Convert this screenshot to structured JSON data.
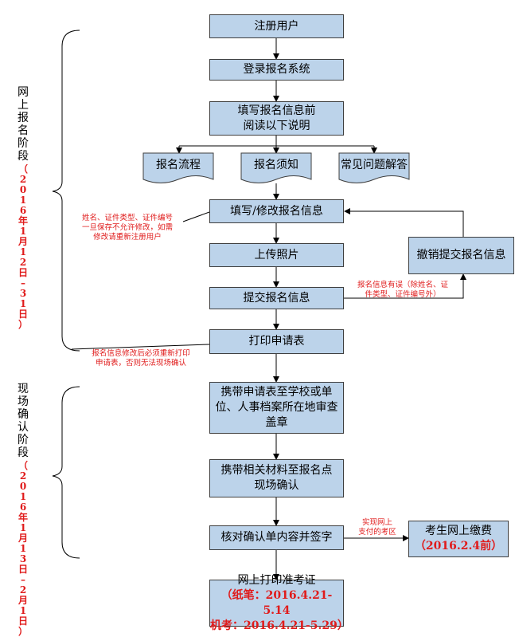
{
  "flow": {
    "register_user": "注册用户",
    "login_system": "登录报名系统",
    "read_notes_line1": "填写报名信息前",
    "read_notes_line2": "阅读以下说明",
    "doc_process": "报名流程",
    "doc_notice": "报名须知",
    "doc_faq": "常见问题解答",
    "fill_info": "填写/修改报名信息",
    "upload_photo": "上传照片",
    "submit_info": "提交报名信息",
    "revoke_submit": "撤销提交报名信息",
    "print_form": "打印申请表",
    "carry_form_line1": "携带申请表至学校或单",
    "carry_form_line2": "位、人事档案所在地审查",
    "carry_form_line3": "盖章",
    "carry_materials_line1": "携带相关材料至报名点",
    "carry_materials_line2": "现场确认",
    "verify_sign": "核对确认单内容并签字",
    "online_pay": "考生网上缴费",
    "online_pay_date": "（2016.2.4前）",
    "print_ticket": "网上打印准考证",
    "ticket_paper": "（纸笔：2016.4.21-5.14",
    "ticket_computer": "机考：2016.4.21-5.29）"
  },
  "notes": {
    "name_id_line1": "姓名、证件类型、证件编号",
    "name_id_line2": "一旦保存不允许修改，如需",
    "name_id_line3": "修改请重新注册用户",
    "error_line1": "报名信息有误（除姓名、证",
    "error_line2": "件类型、证件编号外）",
    "reprint_line1": "报名信息修改后必须重新打印",
    "reprint_line2": "申请表，否则无法现场确认",
    "online_pay_region_line1": "实现网上",
    "online_pay_region_line2": "支付的考区"
  },
  "phases": {
    "online": {
      "label": [
        "网",
        "上",
        "报",
        "名",
        "阶",
        "段"
      ],
      "date": [
        "（",
        "2",
        "0",
        "1",
        "6",
        "年",
        "1",
        "月",
        "1",
        "2",
        "日",
        "–",
        "3",
        "1",
        "日",
        "）"
      ]
    },
    "onsite": {
      "label": [
        "现",
        "场",
        "确",
        "认",
        "阶",
        "段"
      ],
      "date": [
        "（",
        "2",
        "0",
        "1",
        "6",
        "年",
        "1",
        "月",
        "1",
        "3",
        "日",
        "–",
        "2",
        "月",
        "1",
        "日",
        "）"
      ]
    }
  },
  "colors": {
    "box_fill": "#bcd3ea",
    "box_border": "#3f3f3f",
    "note_red": "#e01b1b",
    "line": "#000000"
  }
}
